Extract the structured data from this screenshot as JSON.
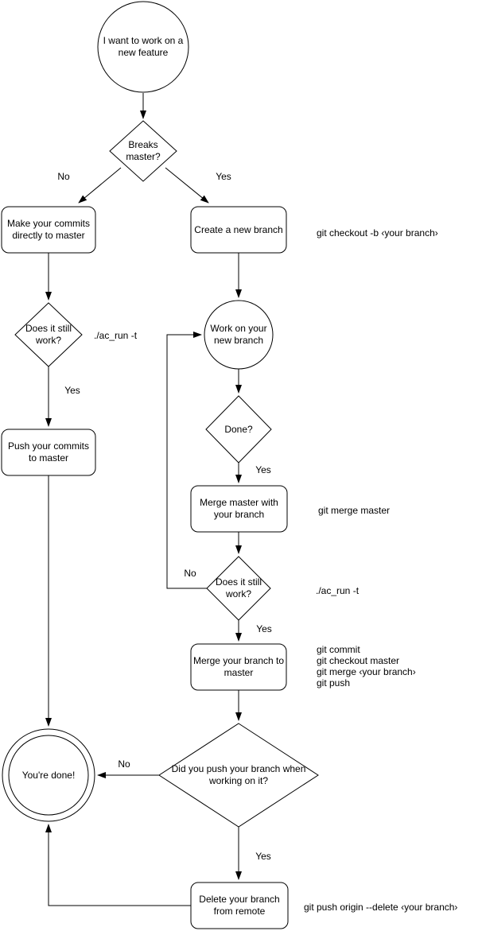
{
  "diagram": {
    "type": "flowchart",
    "topic": "git feature branch workflow",
    "colors": {
      "stroke": "#000000",
      "fill": "#ffffff",
      "text": "#000000",
      "background": "#ffffff"
    },
    "nodes": {
      "start": "I want to work on a new feature",
      "breaks_master": "Breaks master?",
      "make_commits": "Make your commits directly to master",
      "create_branch": "Create a new branch",
      "still_work_1": "Does it still work?",
      "work_branch": "Work on your new branch",
      "push_commits": "Push your commits to master",
      "done_q": "Done?",
      "merge_master_node": "Merge master with your branch",
      "still_work_2": "Does it still work?",
      "merge_branch_node": "Merge your branch to master",
      "did_push": "Did you push your branch when working on it?",
      "youre_done": "You're done!",
      "delete_remote": "Delete your branch from remote"
    },
    "edge_labels": {
      "breaks_no": "No",
      "breaks_yes": "Yes",
      "still1_yes": "Yes",
      "done_yes": "Yes",
      "still2_no": "No",
      "still2_yes": "Yes",
      "push_no": "No",
      "push_yes": "Yes"
    },
    "annotations": {
      "checkout_branch": "git checkout -b ‹your branch›",
      "ac_run_1": "./ac_run -t",
      "merge_master_cmd": "git merge master",
      "ac_run_2": "./ac_run -t",
      "merge_block": [
        "git commit",
        "git checkout master",
        "git merge ‹your branch›",
        "git push"
      ],
      "delete_cmd": "git push origin --delete ‹your branch›"
    }
  }
}
